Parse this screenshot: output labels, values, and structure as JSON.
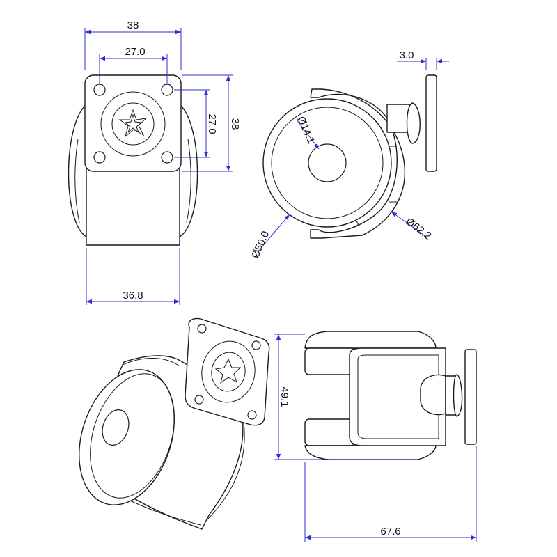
{
  "drawing": {
    "accent_color": "#2f2fd0",
    "views": [
      "front-view",
      "side-view",
      "top-view",
      "isometric-view"
    ],
    "dimensions": {
      "top_width": "38",
      "hole_spacing_h": "27.0",
      "hole_spacing_v": "27.0",
      "plate_height": "38",
      "base_width": "36.8",
      "plate_thickness": "3.0",
      "hub_diameter": "Ø14.1",
      "wheel_diameter": "Ø50.0",
      "swivel_diameter": "Ø62.2",
      "total_height": "49.1",
      "total_length": "67.6"
    }
  }
}
